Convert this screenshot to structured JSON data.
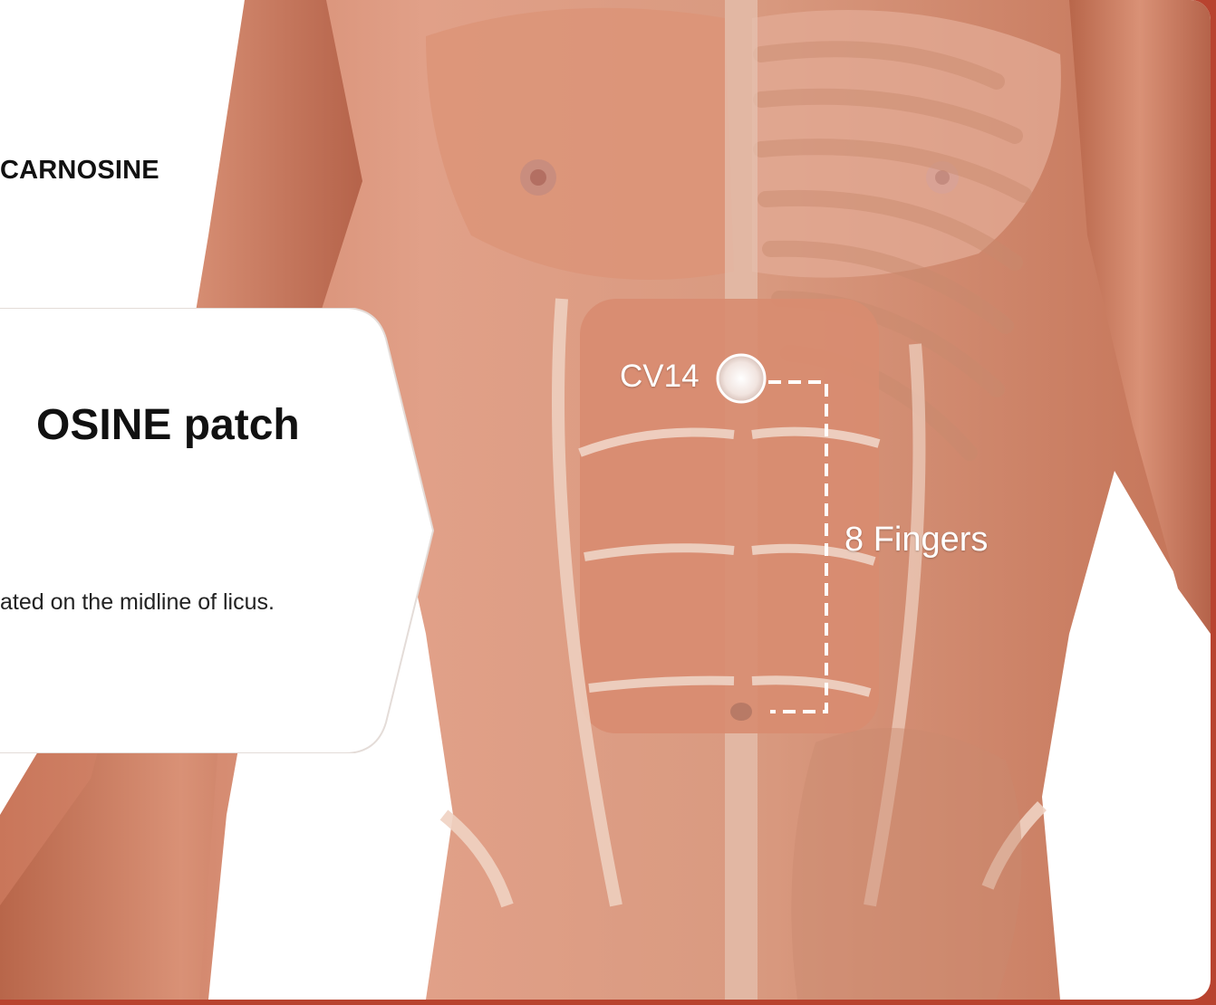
{
  "header": {
    "title_fragment": "CARNOSINE"
  },
  "card": {
    "title_fragment": "OSINE patch",
    "description_fragment": "ated on the midline of licus."
  },
  "figure": {
    "point_label": "CV14",
    "measure_label": "8 Fingers"
  },
  "colors": {
    "frame_accent": "#b8432f",
    "muscle": "#d98f73",
    "skin_tendon": "#ecd7c9",
    "card_bg": "#ffffff"
  },
  "icons": {
    "acupoint_marker": "circle-marker-icon"
  }
}
